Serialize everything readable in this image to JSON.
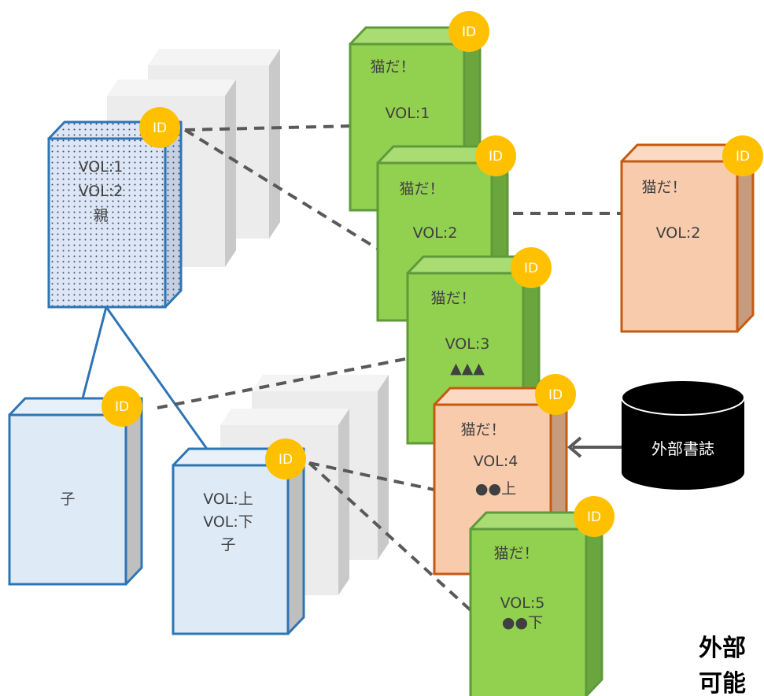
{
  "id_label": "ID",
  "parent_book": {
    "line1": "VOL:1",
    "line2": "VOL:2",
    "line3": "親"
  },
  "child_book_left": {
    "line1": "子"
  },
  "child_book_right": {
    "line1": "VOL:上",
    "line2": "VOL:下",
    "line3": "子"
  },
  "items": [
    {
      "title": "猫だ！",
      "vol": "VOL:1",
      "extra": ""
    },
    {
      "title": "猫だ！",
      "vol": "VOL:2",
      "extra": ""
    },
    {
      "title": "猫だ！",
      "vol": "VOL:3",
      "extra": "▲▲▲"
    },
    {
      "title": "猫だ！",
      "vol": "VOL:4",
      "extra": "●●上"
    },
    {
      "title": "猫だ！",
      "vol": "VOL:5",
      "extra": "●●下"
    }
  ],
  "external_item": {
    "title": "猫だ！",
    "vol": "VOL:2"
  },
  "database": {
    "label": "外部書誌"
  },
  "caption": {
    "line1": "外部",
    "line2": "可能"
  },
  "colors": {
    "green_front": "#92d050",
    "green_border": "#5e9a3a",
    "orange_front": "#f8cbad",
    "orange_border": "#c55a11",
    "blue_front": "#deebf7",
    "blue_border": "#2e75b6",
    "id_badge": "#ffc000",
    "ghost": "#ececec"
  }
}
